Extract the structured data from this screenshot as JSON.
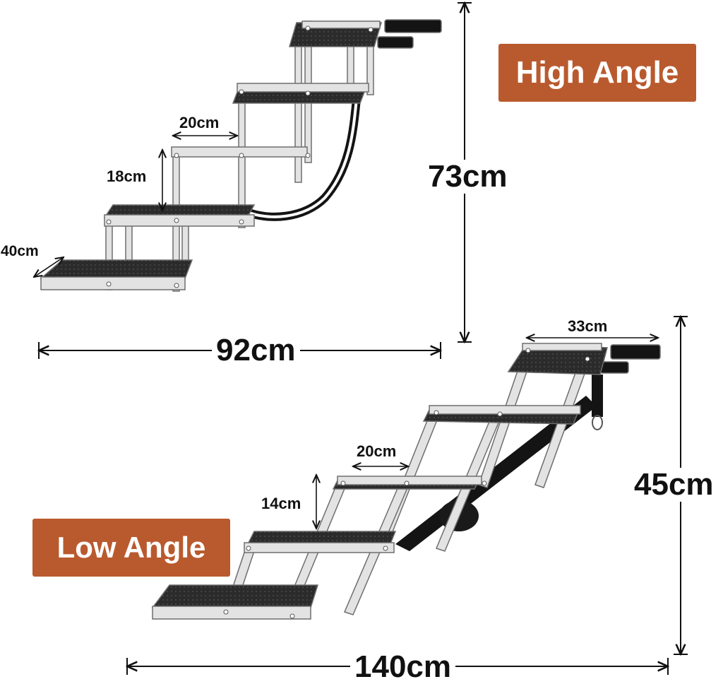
{
  "colors": {
    "badge": "#b95a2e",
    "frame": "#d9d9d9",
    "tread": "#2b2b2b",
    "strap": "#141414"
  },
  "high_angle": {
    "label": "High Angle",
    "height": "73cm",
    "length": "92cm",
    "step_depth": "20cm",
    "step_rise": "18cm",
    "width": "40cm"
  },
  "low_angle": {
    "label": "Low Angle",
    "height": "45cm",
    "length": "140cm",
    "top_depth": "33cm",
    "step_depth": "20cm",
    "step_rise": "14cm"
  }
}
